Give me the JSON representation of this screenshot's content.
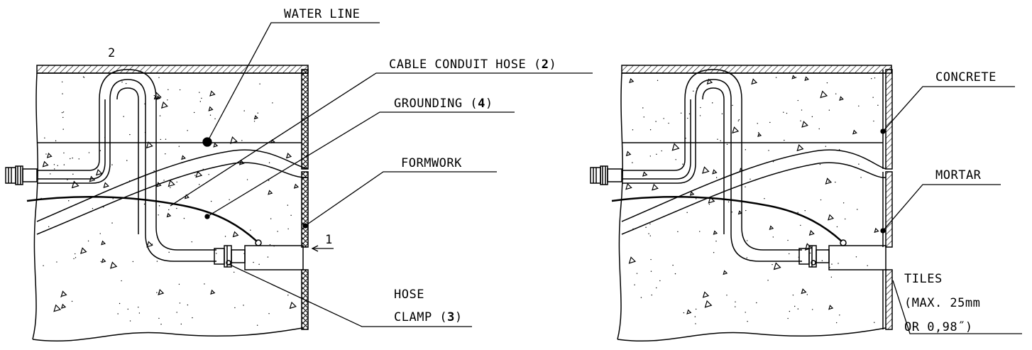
{
  "diagram": {
    "left_panel": {
      "labels": {
        "water_line": "WATER LINE",
        "cable_conduit_hose": "CABLE CONDUIT HOSE (",
        "cable_conduit_hose_num": "2",
        "grounding": "GROUNDING (",
        "grounding_num": "4",
        "formwork": "FORMWORK",
        "hose": "HOSE",
        "clamp": "CLAMP (",
        "clamp_num": "3",
        "marker_1": "1",
        "marker_2": "2"
      }
    },
    "right_panel": {
      "labels": {
        "concrete": "CONCRETE",
        "mortar": "MORTAR",
        "tiles": "TILES",
        "tiles_max": "(MAX. 25mm",
        "tiles_or": "OR 0,98",
        "tiles_inch": "˝)"
      }
    },
    "closing_paren": ")",
    "colors": {
      "line": "#000000",
      "background": "#ffffff"
    }
  }
}
